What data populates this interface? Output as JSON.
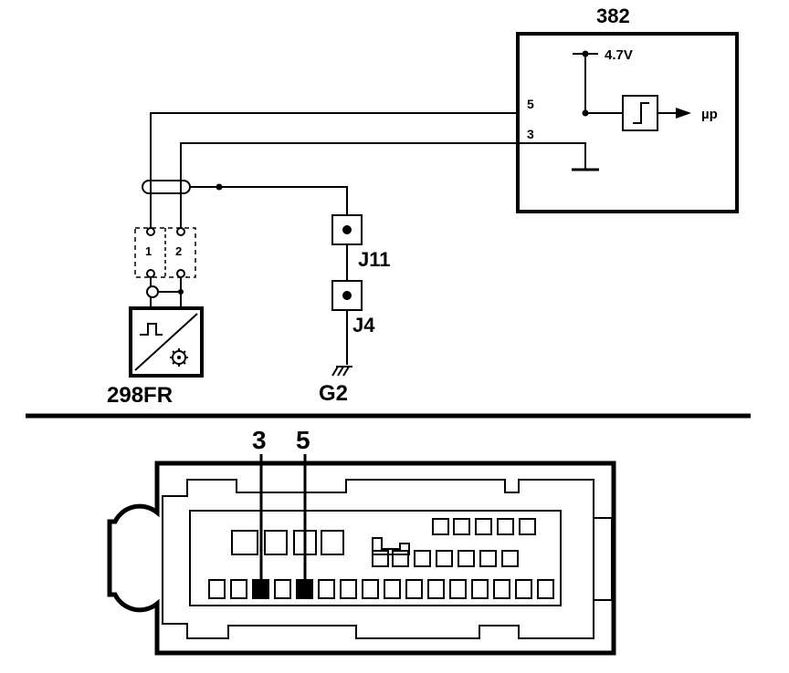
{
  "ecu": {
    "id": "382",
    "supply": "4.7V",
    "pin_signal": "5",
    "pin_ground": "3",
    "output": "µp"
  },
  "sensor": {
    "id": "298FR",
    "pin1": "1",
    "pin2": "2"
  },
  "junctions": {
    "upper": "J11",
    "lower": "J4"
  },
  "ground": {
    "id": "G2"
  },
  "connector": {
    "pin_left": "3",
    "pin_right": "5"
  }
}
